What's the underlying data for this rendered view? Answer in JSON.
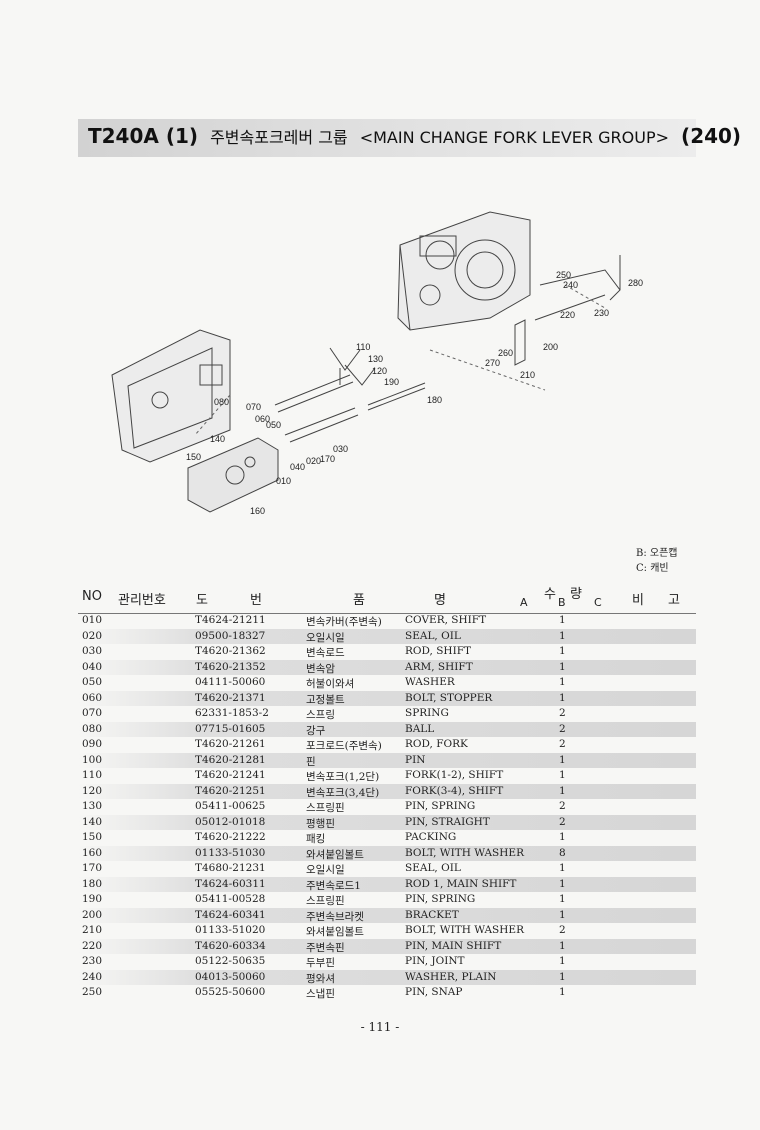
{
  "title": {
    "code": "T240A (1)",
    "korean": "주변속포크레버 그룹",
    "english": "<MAIN CHANGE FORK LEVER GROUP>",
    "group_number": "(240)"
  },
  "diagram": {
    "callouts": [
      "010",
      "020",
      "030",
      "040",
      "050",
      "060",
      "070",
      "080",
      "110",
      "120",
      "130",
      "140",
      "150",
      "160",
      "170",
      "180",
      "190",
      "200",
      "210",
      "220",
      "230",
      "240",
      "250",
      "260",
      "270",
      "280"
    ]
  },
  "legend": {
    "b": "B: 오픈캡",
    "c": "C: 캐빈"
  },
  "header": {
    "no": "NO",
    "mgmt": "관리번호",
    "do": "도",
    "beon": "번",
    "pum": "품",
    "myeong": "명",
    "su": "수",
    "ryang": "량",
    "a": "A",
    "b": "B",
    "c": "C",
    "bi": "비",
    "go": "고"
  },
  "rows": [
    {
      "no": "010",
      "part": "T4624-21211",
      "ko": "변속카버(주변속)",
      "en": "COVER, SHIFT",
      "qty": "1"
    },
    {
      "no": "020",
      "part": "09500-18327",
      "ko": "오일시일",
      "en": "SEAL, OIL",
      "qty": "1"
    },
    {
      "no": "030",
      "part": "T4620-21362",
      "ko": "변속로드",
      "en": "ROD, SHIFT",
      "qty": "1"
    },
    {
      "no": "040",
      "part": "T4620-21352",
      "ko": "변속암",
      "en": "ARM, SHIFT",
      "qty": "1"
    },
    {
      "no": "050",
      "part": "04111-50060",
      "ko": "허불이와셔",
      "en": "WASHER",
      "qty": "1"
    },
    {
      "no": "060",
      "part": "T4620-21371",
      "ko": "고정볼트",
      "en": "BOLT, STOPPER",
      "qty": "1"
    },
    {
      "no": "070",
      "part": "62331-1853-2",
      "ko": "스프링",
      "en": "SPRING",
      "qty": "2"
    },
    {
      "no": "080",
      "part": "07715-01605",
      "ko": "강구",
      "en": "BALL",
      "qty": "2"
    },
    {
      "no": "090",
      "part": "T4620-21261",
      "ko": "포크로드(주변속)",
      "en": "ROD, FORK",
      "qty": "2"
    },
    {
      "no": "100",
      "part": "T4620-21281",
      "ko": "핀",
      "en": "PIN",
      "qty": "1"
    },
    {
      "no": "110",
      "part": "T4620-21241",
      "ko": "변속포크(1,2단)",
      "en": "FORK(1-2), SHIFT",
      "qty": "1"
    },
    {
      "no": "120",
      "part": "T4620-21251",
      "ko": "변속포크(3,4단)",
      "en": "FORK(3-4), SHIFT",
      "qty": "1"
    },
    {
      "no": "130",
      "part": "05411-00625",
      "ko": "스프링핀",
      "en": "PIN, SPRING",
      "qty": "2"
    },
    {
      "no": "140",
      "part": "05012-01018",
      "ko": "평행핀",
      "en": "PIN, STRAIGHT",
      "qty": "2"
    },
    {
      "no": "150",
      "part": "T4620-21222",
      "ko": "패킹",
      "en": "PACKING",
      "qty": "1"
    },
    {
      "no": "160",
      "part": "01133-51030",
      "ko": "와셔붙임볼트",
      "en": "BOLT, WITH WASHER",
      "qty": "8"
    },
    {
      "no": "170",
      "part": "T4680-21231",
      "ko": "오일시일",
      "en": "SEAL, OIL",
      "qty": "1"
    },
    {
      "no": "180",
      "part": "T4624-60311",
      "ko": "주변속로드1",
      "en": "ROD 1, MAIN SHIFT",
      "qty": "1"
    },
    {
      "no": "190",
      "part": "05411-00528",
      "ko": "스프링핀",
      "en": "PIN, SPRING",
      "qty": "1"
    },
    {
      "no": "200",
      "part": "T4624-60341",
      "ko": "주변속브라켓",
      "en": "BRACKET",
      "qty": "1"
    },
    {
      "no": "210",
      "part": "01133-51020",
      "ko": "와셔붙임볼트",
      "en": "BOLT, WITH WASHER",
      "qty": "2"
    },
    {
      "no": "220",
      "part": "T4620-60334",
      "ko": "주변속핀",
      "en": "PIN, MAIN SHIFT",
      "qty": "1"
    },
    {
      "no": "230",
      "part": "05122-50635",
      "ko": "두부핀",
      "en": "PIN, JOINT",
      "qty": "1"
    },
    {
      "no": "240",
      "part": "04013-50060",
      "ko": "평와셔",
      "en": "WASHER, PLAIN",
      "qty": "1"
    },
    {
      "no": "250",
      "part": "05525-50600",
      "ko": "스냅핀",
      "en": "PIN, SNAP",
      "qty": "1"
    }
  ],
  "page_number": "- 111 -"
}
